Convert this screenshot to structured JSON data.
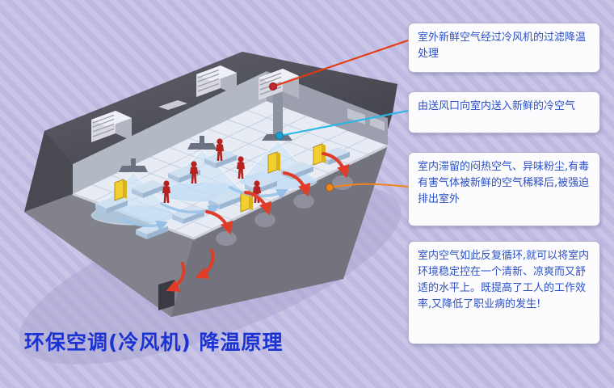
{
  "title": {
    "text": "环保空调(冷风机) 降温原理",
    "color": "#1c33d4"
  },
  "callouts": [
    {
      "id": 1,
      "text": "室外新鲜空气经过冷风机的过滤降温处理",
      "connector_color": "#e8380d"
    },
    {
      "id": 2,
      "text": "由送风口向室内送入新鲜的冷空气",
      "connector_color": "#29b6e8"
    },
    {
      "id": 3,
      "text": "室内滞留的闷热空气、异味粉尘,有毒有害气体被新鲜的空气稀释后,被强迫排出室外",
      "connector_color": "#f08519"
    },
    {
      "id": 4,
      "text": "室内空气如此反复循环,就可以将室内环境稳定控在一个清新、凉爽而又舒适的水平上。既提高了工人的工作效率,又降低了职业病的发生!",
      "connector_color": null
    }
  ],
  "illustration": {
    "description": "isometric cutaway factory building showing evaporative-cooler airflow",
    "icons": [
      "rooftop-cooler-unit-icon",
      "air-diffuser-cone-icon",
      "worker-icon",
      "workbench-icon",
      "exhaust-arrow-icon",
      "fresh-air-arrow-icon"
    ]
  },
  "colors": {
    "callout_text": "#2b50c8",
    "fresh_air": "#29b6e8",
    "exhaust_air": "#e03c28",
    "connector_orange": "#f08519",
    "background_stripes": [
      "#c9c5e7",
      "#beb9e0"
    ]
  }
}
